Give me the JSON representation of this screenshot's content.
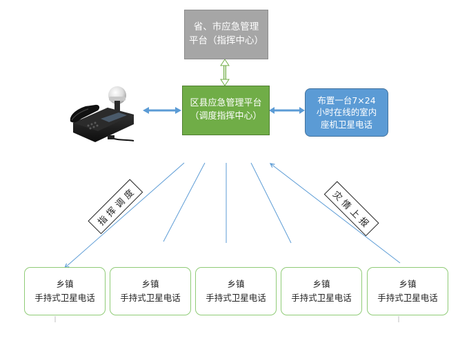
{
  "top_box": {
    "line1": "省、市应急管理",
    "line2": "平台（指挥中心）"
  },
  "center_box": {
    "line1": "区县应急管理平台",
    "line2": "（调度指挥中心）"
  },
  "right_box": {
    "line1": "布置一台7×24",
    "line2": "小时在线的室内",
    "line3": "座机卫星电话"
  },
  "labels": {
    "dispatch": "指挥调度",
    "report": "灾情上报"
  },
  "towns": [
    {
      "name": "乡镇",
      "device": "手持式卫星电话"
    },
    {
      "name": "乡镇",
      "device": "手持式卫星电话"
    },
    {
      "name": "乡镇",
      "device": "手持式卫星电话"
    },
    {
      "name": "乡镇",
      "device": "手持式卫星电话"
    },
    {
      "name": "乡镇",
      "device": "手持式卫星电话"
    }
  ],
  "colors": {
    "top_box": "#a6a6a6",
    "center_box": "#70ad47",
    "right_box": "#5b9bd5",
    "town_border": "#8fcb76",
    "connector": "#5b9bd5"
  },
  "icons": {
    "desk_phone": "satellite-desk-phone-icon"
  }
}
